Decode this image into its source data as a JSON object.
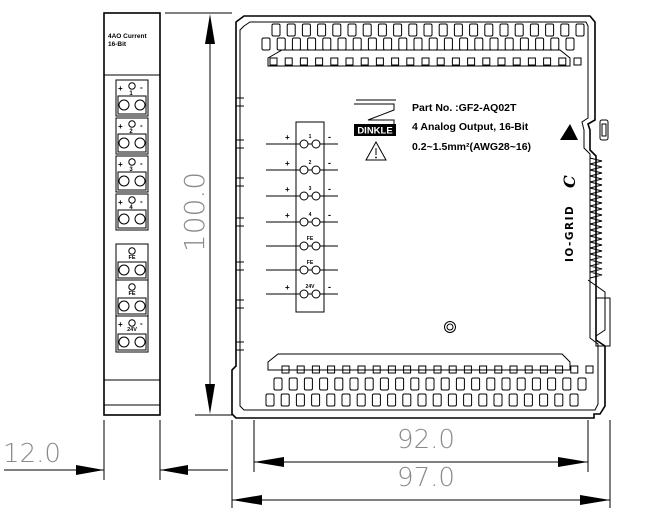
{
  "side_module": {
    "label_line1": "4AO Current",
    "label_line2": "16-Bit",
    "channel_marks": [
      "1",
      "2",
      "3",
      "4"
    ],
    "fe_mark": "FE",
    "pwr_mark": "24V",
    "plus_sign": "+",
    "minus_sign": "-",
    "circle_mark": "O"
  },
  "front_module": {
    "brand": "DINKLE",
    "part_no": "Part No. :GF2-AQ02T",
    "description": "4 Analog Output, 16-Bit",
    "wire_spec": "0.2~1.5mm²(AWG28~16)",
    "series_logo": "IO-GRID",
    "series_logo_mark": "C",
    "terminal_marks": [
      "1",
      "2",
      "3",
      "4",
      "FE",
      "FE",
      "24V"
    ],
    "plus_sign": "+",
    "minus_sign": "-"
  },
  "dimensions": {
    "height": "100.0",
    "width_side": "12.0",
    "width_body": "92.0",
    "width_total": "97.0"
  }
}
